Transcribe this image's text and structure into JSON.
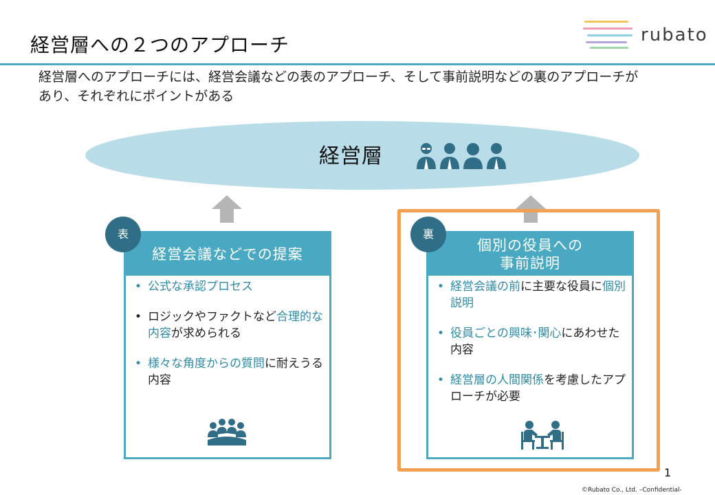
{
  "header": {
    "title": "経営層への２つのアプローチ",
    "logo_text": "rubato"
  },
  "lead": {
    "line1": "経営層へのアプローチには、経営会議などの表のアプローチ、そして事前説明などの裏のアプローチが",
    "line2": "あり、それぞれにポイントがある"
  },
  "top": {
    "label": "経営層"
  },
  "left_box": {
    "tag": "表",
    "heading": "経営会議などでの提案",
    "bullet_char": "•",
    "b1": "公式な承認プロセス",
    "b2_pre": "ロジックやファクトなど",
    "b2_hl": "合理的な内容",
    "b2_post": "が求められる",
    "b3_hl": "様々な角度からの質問",
    "b3_post": "に耐えうる内容"
  },
  "right_box": {
    "tag": "裏",
    "heading_line1": "個別の役員への",
    "heading_line2": "事前説明",
    "bullet_char": "•",
    "b1_hl1": "経営会議の前",
    "b1_mid": "に主要な役員に",
    "b1_hl2": "個別説明",
    "b2_hl": "役員ごとの興味･関心",
    "b2_post": "にあわせた内容",
    "b3_hl": "経営層の人間関係",
    "b3_post": "を考慮したアプローチが必要"
  },
  "footer": {
    "page": "1",
    "copyright": "©Rubato Co., Ltd. –Confidential-"
  },
  "colors": {
    "accent": "#4aa9c2",
    "dark_accent": "#2f6e86",
    "ellipse": "#b8dde8",
    "highlight_frame": "#f0a050",
    "arrow": "#b5b5b5"
  },
  "icons": {
    "executives": "people-group-icon",
    "team": "team-meeting-icon",
    "meeting": "one-on-one-meeting-icon"
  }
}
